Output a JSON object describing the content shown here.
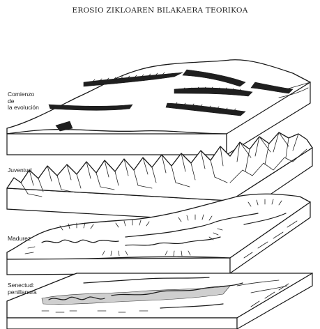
{
  "title": "EROSIO ZIKLOAREN BILAKAERA TEORIKOA",
  "stages": [
    {
      "label": "Comienzo\nde\nla evolución"
    },
    {
      "label": "Juventud"
    },
    {
      "label": "Madurez"
    },
    {
      "label": "Senectud:\npenillanura"
    }
  ]
}
